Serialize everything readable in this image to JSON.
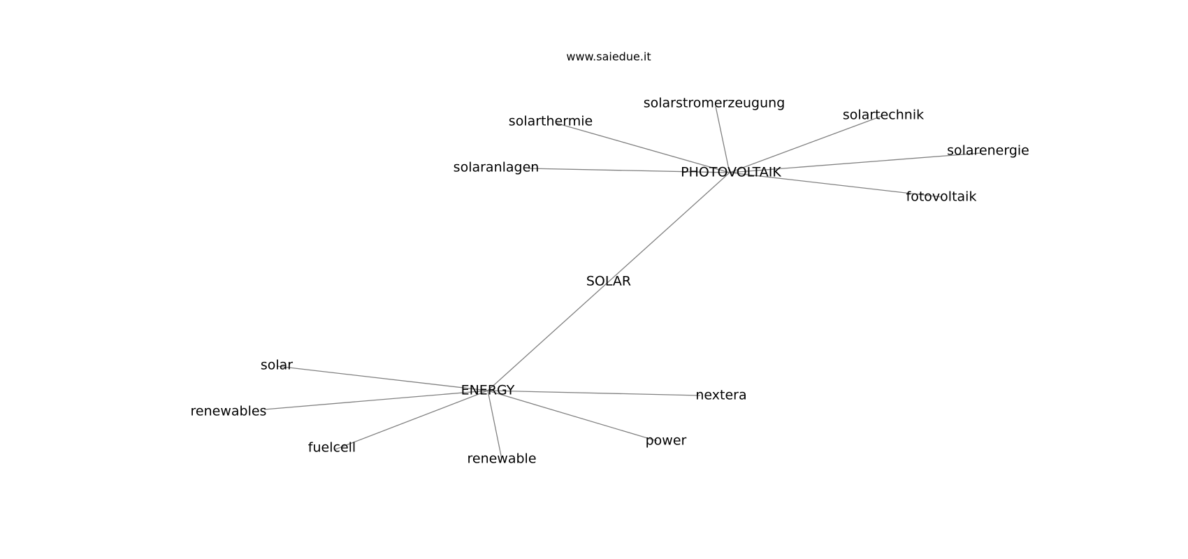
{
  "header": {
    "site": "www.saiedue.it"
  },
  "graph": {
    "edge_color": "#808080",
    "text_color": "#000000",
    "nodes": [
      {
        "id": "SOLAR",
        "label": "SOLAR"
      },
      {
        "id": "PHOTOVOLTAIK",
        "label": "PHOTOVOLTAIK"
      },
      {
        "id": "ENERGY",
        "label": "ENERGY"
      },
      {
        "id": "solarstromerzeugung",
        "label": "solarstromerzeugung"
      },
      {
        "id": "solarthermie",
        "label": "solarthermie"
      },
      {
        "id": "solartechnik",
        "label": "solartechnik"
      },
      {
        "id": "solarenergie",
        "label": "solarenergie"
      },
      {
        "id": "solaranlagen",
        "label": "solaranlagen"
      },
      {
        "id": "fotovoltaik",
        "label": "fotovoltaik"
      },
      {
        "id": "solar",
        "label": "solar"
      },
      {
        "id": "renewables",
        "label": "renewables"
      },
      {
        "id": "fuelcell",
        "label": "fuelcell"
      },
      {
        "id": "renewable",
        "label": "renewable"
      },
      {
        "id": "power",
        "label": "power"
      },
      {
        "id": "nextera",
        "label": "nextera"
      }
    ],
    "edges": [
      {
        "source": "PHOTOVOLTAIK",
        "target": "ENERGY"
      },
      {
        "source": "PHOTOVOLTAIK",
        "target": "solarstromerzeugung"
      },
      {
        "source": "PHOTOVOLTAIK",
        "target": "solarthermie"
      },
      {
        "source": "PHOTOVOLTAIK",
        "target": "solartechnik"
      },
      {
        "source": "PHOTOVOLTAIK",
        "target": "solarenergie"
      },
      {
        "source": "PHOTOVOLTAIK",
        "target": "solaranlagen"
      },
      {
        "source": "PHOTOVOLTAIK",
        "target": "fotovoltaik"
      },
      {
        "source": "ENERGY",
        "target": "solar"
      },
      {
        "source": "ENERGY",
        "target": "renewables"
      },
      {
        "source": "ENERGY",
        "target": "fuelcell"
      },
      {
        "source": "ENERGY",
        "target": "renewable"
      },
      {
        "source": "ENERGY",
        "target": "power"
      },
      {
        "source": "ENERGY",
        "target": "nextera"
      }
    ]
  }
}
